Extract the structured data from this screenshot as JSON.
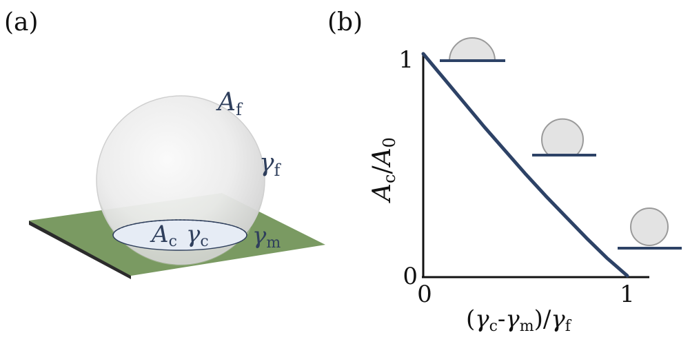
{
  "panels": {
    "a": {
      "label": "(a)"
    },
    "b": {
      "label": "(b)"
    }
  },
  "panel_a": {
    "labels": {
      "area_free": {
        "main": "A",
        "sub": "f"
      },
      "gamma_free": {
        "main": "γ",
        "sub": "f"
      },
      "area_contact": {
        "main": "A",
        "sub": "c"
      },
      "gamma_contact": {
        "main": "γ",
        "sub": "c"
      },
      "gamma_medium": {
        "main": "γ",
        "sub": "m"
      }
    },
    "colors": {
      "substrate": "#7a9a62",
      "substrate_edge": "#2b2b2b",
      "sphere": "#eeeeee",
      "contact_disk": "#e6ecf5",
      "label": "#2f3f5c"
    }
  },
  "chart_data": {
    "type": "line",
    "x": [
      0,
      0.1,
      0.2,
      0.3,
      0.4,
      0.5,
      0.6,
      0.7,
      0.8,
      0.9,
      1.0
    ],
    "series": [
      {
        "values": [
          1.0,
          0.89,
          0.78,
          0.67,
          0.565,
          0.46,
          0.36,
          0.265,
          0.17,
          0.08,
          0.0
        ]
      }
    ],
    "xlabel": "(γc-γm)/γf",
    "ylabel": "Ac/A0",
    "x_ticks": [
      "0",
      "1"
    ],
    "y_ticks": [
      "0",
      "1"
    ],
    "xlim": [
      0,
      1.1
    ],
    "ylim": [
      0,
      1
    ],
    "grid": false,
    "line_color": "#2d4266",
    "insets": [
      {
        "shape": "hemisphere",
        "at_x": 0.23
      },
      {
        "shape": "partial-sphere",
        "at_x": 0.6
      },
      {
        "shape": "sphere",
        "at_x": 1.1
      }
    ]
  }
}
